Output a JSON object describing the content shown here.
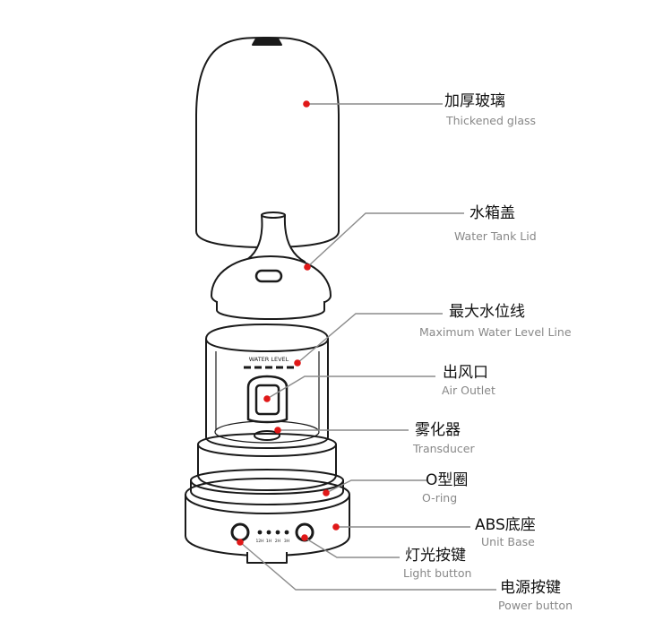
{
  "colors": {
    "outline": "#1a1a1a",
    "leader": "#8c8c8c",
    "dot": "#e01818",
    "zh": "#111111",
    "en": "#888888"
  },
  "product": {
    "water_level_print": "WATER LEVEL",
    "indicator_labels": [
      "12H",
      "1H",
      "2H",
      "3H"
    ]
  },
  "labels": [
    {
      "id": "thickened-glass",
      "zh": "加厚玻璃",
      "en": "Thickened glass"
    },
    {
      "id": "water-tank-lid",
      "zh": "水箱盖",
      "en": "Water Tank Lid"
    },
    {
      "id": "max-water-level",
      "zh": "最大水位线",
      "en": "Maximum Water Level Line"
    },
    {
      "id": "air-outlet",
      "zh": "出风口",
      "en": "Air Outlet"
    },
    {
      "id": "transducer",
      "zh": "雾化器",
      "en": "Transducer"
    },
    {
      "id": "o-ring",
      "zh": "O型圈",
      "en": "O-ring"
    },
    {
      "id": "unit-base",
      "zh": "ABS底座",
      "en": "Unit Base"
    },
    {
      "id": "light-button",
      "zh": "灯光按键",
      "en": "Light button"
    },
    {
      "id": "power-button",
      "zh": "电源按键",
      "en": "Power button"
    }
  ]
}
